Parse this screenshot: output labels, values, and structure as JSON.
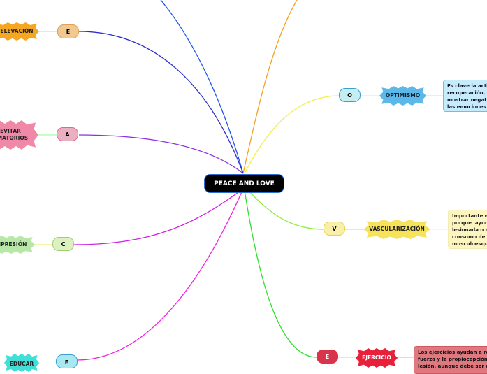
{
  "central": "PEACE AND LOVE",
  "branches": {
    "e_top": {
      "letter": "E",
      "topic": "ELEVACIÓN",
      "color": "#f5a623"
    },
    "a": {
      "letter": "A",
      "topic": "EVITAR\nAMATORIOS",
      "color": "#e8638f"
    },
    "c": {
      "letter": "C",
      "topic": "MPRESIÓN",
      "color": "#8bd67a"
    },
    "e_left": {
      "letter": "E",
      "topic": "EDUCAR",
      "color": "#3fe0d8"
    },
    "o": {
      "letter": "O",
      "topic": "OPTIMISMO",
      "note": "Es clave la actitu\nrecuperación, en\nmostrar negativo\nlas emociones y",
      "color": "#5bb8e8"
    },
    "v": {
      "letter": "V",
      "topic": "VASCULARIZACIÓN",
      "note": "Importante el t\nporque  ayuda\nlesionada o afe\nconsumo de ar\nmusculoesquel",
      "color": "#f7e35a"
    },
    "e_right": {
      "letter": "E",
      "topic": "EJERCICIO",
      "note": "Los ejercicios ayudan a recup\nfuerza y la propiocepción poc\nlesión, aunque debe ser de m",
      "color": "#e8203a"
    }
  }
}
